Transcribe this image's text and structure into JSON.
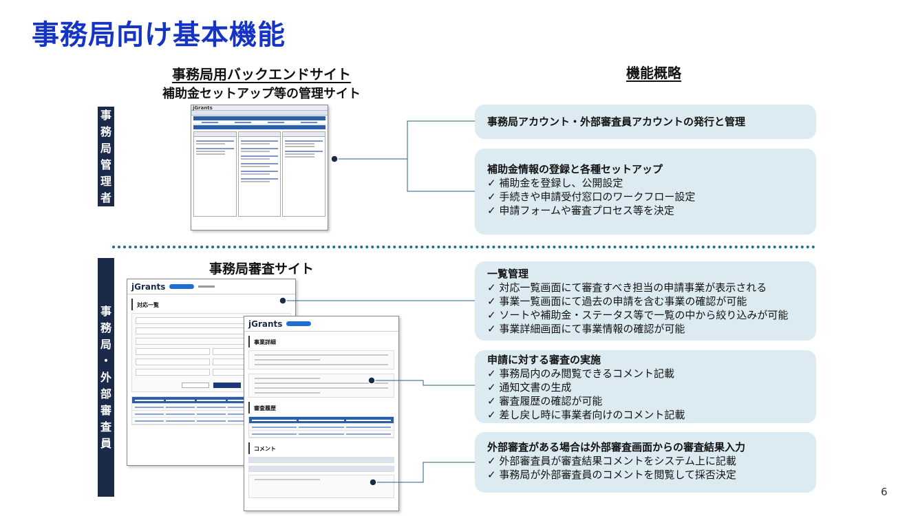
{
  "page_title": "事務局向け基本機能",
  "section_admin": {
    "vertical_label": "事務局管理者"
  },
  "section_review": {
    "vertical_label": "事務局・外部審査員"
  },
  "backend": {
    "title": "事務局用バックエンドサイト",
    "subtitle": "補助金セットアップ等の管理サイト"
  },
  "overview": {
    "title": "機能概略"
  },
  "review_site": {
    "title": "事務局審査サイト"
  },
  "panels": [
    {
      "heading": "事務局アカウント・外部審査員アカウントの発行と管理",
      "items": []
    },
    {
      "heading": "補助金情報の登録と各種セットアップ",
      "items": [
        "✓ 補助金を登録し、公開設定",
        "✓ 手続きや申請受付窓口のワークフロー設定",
        "✓ 申請フォームや審査プロセス等を決定"
      ]
    },
    {
      "heading": "一覧管理",
      "items": [
        "✓ 対応一覧画面にて審査すべき担当の申請事業が表示される",
        "✓ 事業一覧画面にて過去の申請を含む事業の確認が可能",
        "✓ ソートや補助金・ステータス等で一覧の中から絞り込みが可能",
        "✓ 事業詳細画面にて事業情報の確認が可能"
      ]
    },
    {
      "heading": "申請に対する審査の実施",
      "items": [
        "✓ 事務局内のみ閲覧できるコメント記載",
        "✓ 通知文書の生成",
        "✓ 審査履歴の確認が可能",
        "✓ 差し戻し時に事業者向けのコメント記載"
      ]
    },
    {
      "heading": "外部審査がある場合は外部審査画面からの審査結果入力",
      "items": [
        "✓ 外部審査員が審査結果コメントをシステム上に記載",
        "✓ 事務局が外部審査員のコメントを閲覧して採否決定"
      ]
    }
  ],
  "screens": {
    "backend_logo": "jGrants",
    "list_logo": "jGrants",
    "list_section": "対応一覧",
    "detail_logo": "jGrants",
    "detail_sections": [
      "事業詳細",
      "審査履歴",
      "コメント"
    ]
  },
  "colors": {
    "title": "#1634c4",
    "vertical_bar": "#1b2a48",
    "panel": "#dcebf2",
    "divider": "#1f6d86"
  },
  "page_number": "6"
}
